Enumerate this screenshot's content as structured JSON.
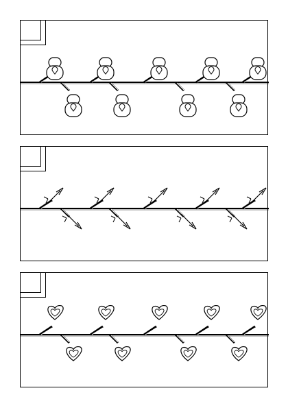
{
  "panels": [
    {
      "motif": "snowman",
      "stroke_color": "#000000"
    },
    {
      "motif": "arrow",
      "stroke_color": "#000000"
    },
    {
      "motif": "heart",
      "stroke_color": "#000000"
    }
  ]
}
